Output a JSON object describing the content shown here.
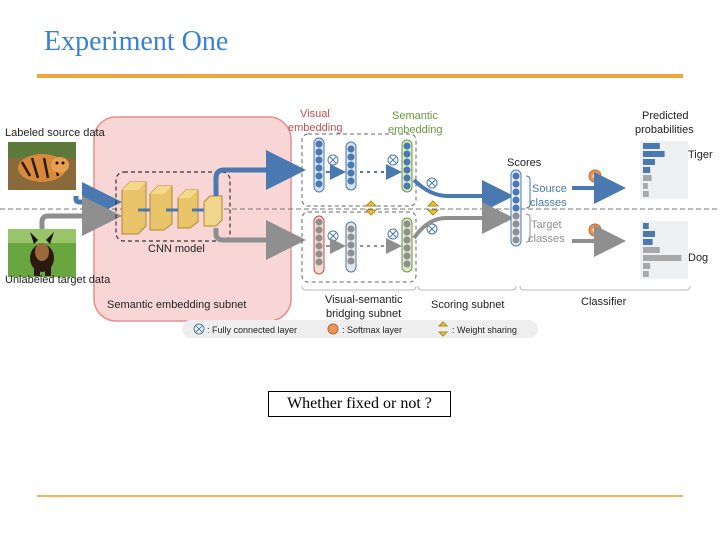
{
  "slide": {
    "title": "Experiment One",
    "question": "Whether fixed or not ?"
  },
  "diagram": {
    "inputs": {
      "labeled_source": "Labeled source data",
      "unlabeled_target": "Unlabeled target data"
    },
    "cnn_model": "CNN model",
    "semantic_embedding_subnet": "Semantic embedding subnet",
    "visual_embedding": [
      "Visual",
      "embedding"
    ],
    "semantic_embedding": [
      "Semantic",
      "embedding"
    ],
    "bridging_subnet": [
      "Visual-semantic",
      "bridging subnet"
    ],
    "scoring_subnet": "Scoring subnet",
    "classifier": "Classifier",
    "scores": "Scores",
    "source_classes": [
      "Source",
      "classes"
    ],
    "target_classes": [
      "Target",
      "classes"
    ],
    "predicted_probabilities": [
      "Predicted",
      "probabilities"
    ],
    "predictions": [
      "Tiger",
      "Dog"
    ],
    "legend": {
      "fully_connected": ": Fully connected layer",
      "softmax": ": Softmax layer",
      "weight_sharing": ": Weight sharing"
    },
    "colors": {
      "source": "#4a78b0",
      "target": "#8f8f8f",
      "visual_label": "#c0504d",
      "semantic_label": "#6a9a3a",
      "cnn_block": "#e8c060",
      "subnet_box": "#f8d3d3",
      "softmax": "#e8955a"
    },
    "source_prob_bars": [
      0.35,
      0.45,
      0.25,
      0.15,
      0.18,
      0.1,
      0.12
    ],
    "target_prob_bars": [
      0.12,
      0.25,
      0.2,
      0.35,
      0.8,
      0.15,
      0.12
    ]
  }
}
